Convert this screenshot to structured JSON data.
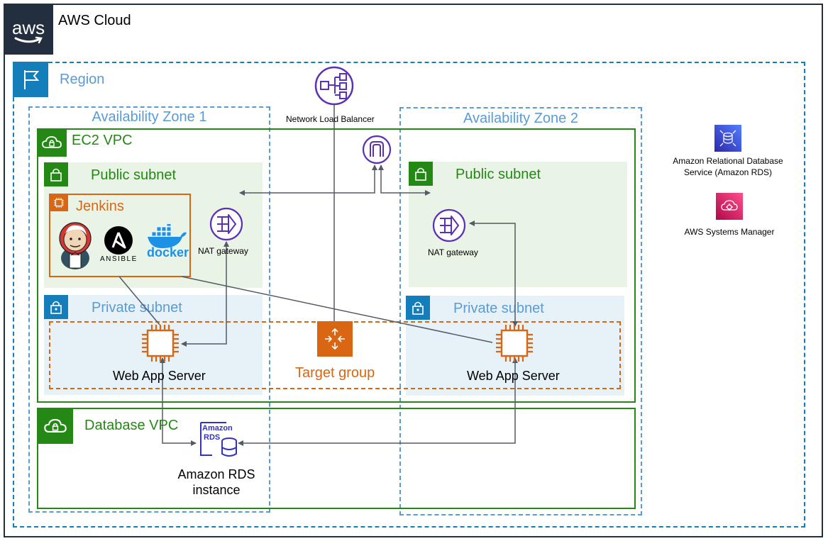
{
  "cloud": {
    "logo_text": "aws",
    "title": "AWS Cloud"
  },
  "region": {
    "title": "Region"
  },
  "az1": {
    "title": "Availability Zone 1"
  },
  "az2": {
    "title": "Availability Zone 2"
  },
  "ec2_vpc": {
    "title": "EC2 VPC"
  },
  "db_vpc": {
    "title": "Database VPC"
  },
  "public_subnet_1": {
    "title": "Public subnet"
  },
  "public_subnet_2": {
    "title": "Public subnet"
  },
  "private_subnet_1": {
    "title": "Private subnet"
  },
  "private_subnet_2": {
    "title": "Private subnet"
  },
  "jenkins": {
    "title": "Jenkins",
    "ansible_text": "ANSIBLE",
    "docker_text": "docker"
  },
  "nat1": {
    "label": "NAT gateway"
  },
  "nat2": {
    "label": "NAT gateway"
  },
  "nlb": {
    "label": "Network Load Balancer"
  },
  "target_group": {
    "label": "Target group"
  },
  "web1": {
    "label": "Web App Server"
  },
  "web2": {
    "label": "Web App Server"
  },
  "rds_instance": {
    "icon_line1": "Amazon",
    "icon_line2": "RDS",
    "label_line1": "Amazon RDS",
    "label_line2": "instance"
  },
  "rds_service": {
    "label_line1": "Amazon Relational Database",
    "label_line2": "Service (Amazon RDS)"
  },
  "ssm": {
    "label": "AWS Systems Manager"
  },
  "colors": {
    "aws_dark": "#232F3E",
    "region_blue": "#147EBA",
    "az_blue": "#5A9BD5",
    "vpc_green": "#248814",
    "public_bg": "#E9F3E6",
    "private_bg": "#E6F2F8",
    "compute_orange": "#D86613",
    "network_purple": "#5A30B5",
    "arrow_gray": "#545B64"
  }
}
